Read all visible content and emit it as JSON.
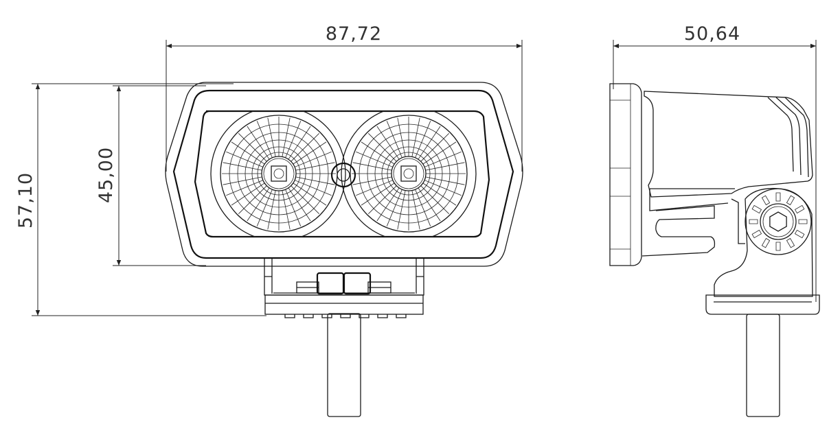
{
  "drawing": {
    "front_view": {
      "width_dimension": "87,72",
      "housing_height_dimension": "45,00",
      "total_height_dimension": "57,10",
      "lens_count": 2
    },
    "side_view": {
      "depth_dimension": "50,64"
    },
    "colors": {
      "line": "#1a1a1a",
      "background": "#ffffff"
    }
  }
}
